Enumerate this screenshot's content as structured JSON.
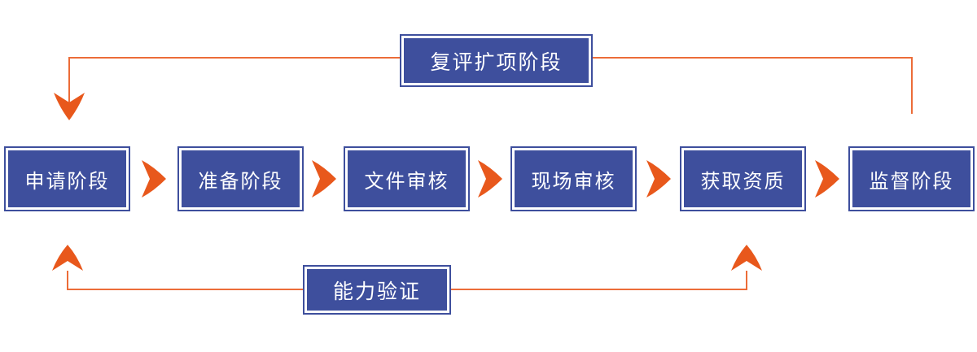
{
  "colors": {
    "background": "#ffffff",
    "box-blue": "#3e4f9d",
    "box-text": "#ffffff",
    "arrow-orange": "#e8581c",
    "line-orange": "#ec6c38"
  },
  "flow": {
    "stages": [
      {
        "label": "申请阶段"
      },
      {
        "label": "准备阶段"
      },
      {
        "label": "文件审核"
      },
      {
        "label": "现场审核"
      },
      {
        "label": "获取资质"
      },
      {
        "label": "监督阶段"
      }
    ]
  },
  "loops": {
    "top": {
      "label": "复评扩项阶段"
    },
    "bottom": {
      "label": "能力验证"
    }
  }
}
